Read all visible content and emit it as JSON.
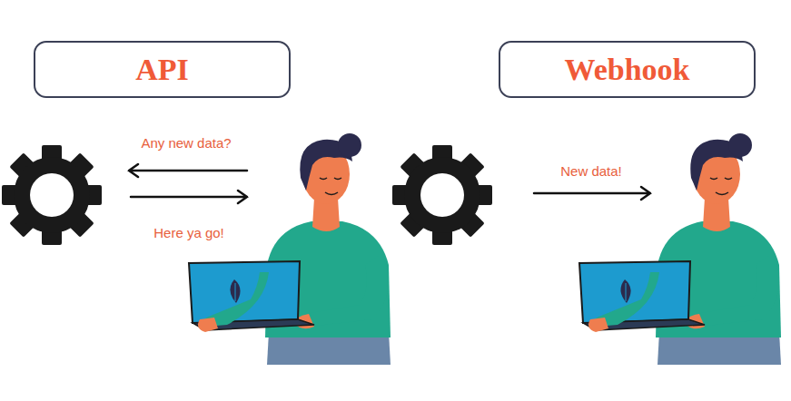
{
  "diagram": {
    "nodes": [
      {
        "text": [
          "API"
        ]
      },
      {
        "text": [
          "Webhook"
        ]
      }
    ],
    "labels": [
      "Any new data?",
      "Here ya go!",
      "New data!"
    ]
  }
}
